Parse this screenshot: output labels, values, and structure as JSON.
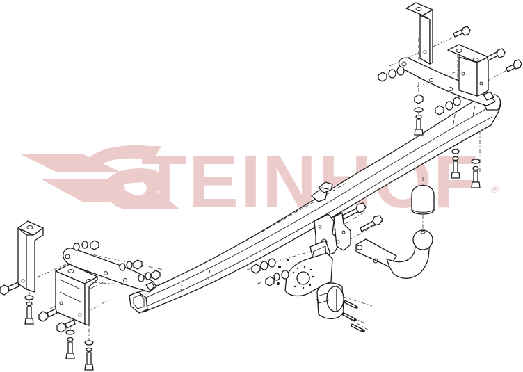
{
  "diagram": {
    "type": "exploded-assembly-view",
    "subject": "towbar / trailer hitch kit",
    "watermark": {
      "brand": "STEINHOF",
      "text_after_logo": "TEINHOF",
      "registered_mark": "®",
      "color": "#eccbcb"
    },
    "parts": [
      {
        "id": "main-crossbeam",
        "label": "Main crossbeam"
      },
      {
        "id": "left-side-arm",
        "label": "Left side bracket arm"
      },
      {
        "id": "right-side-arm",
        "label": "Right side bracket arm"
      },
      {
        "id": "left-hanger-bracket",
        "label": "Left L-hanger bracket"
      },
      {
        "id": "left-mount-plate",
        "label": "Left mounting plate"
      },
      {
        "id": "right-hanger-bracket",
        "label": "Right L-hanger bracket"
      },
      {
        "id": "right-mount-plate",
        "label": "Right mounting plate"
      },
      {
        "id": "ball-neck",
        "label": "Tow ball neck"
      },
      {
        "id": "ball-cap",
        "label": "Tow ball cover cap"
      },
      {
        "id": "socket-plate",
        "label": "Electrical socket plate"
      },
      {
        "id": "socket",
        "label": "Electrical socket"
      },
      {
        "id": "fasteners",
        "label": "Bolts, nuts and washers"
      }
    ]
  },
  "colors": {
    "line": "#1a1a1a",
    "background": "#ffffff",
    "watermark": "#eccbcb"
  }
}
